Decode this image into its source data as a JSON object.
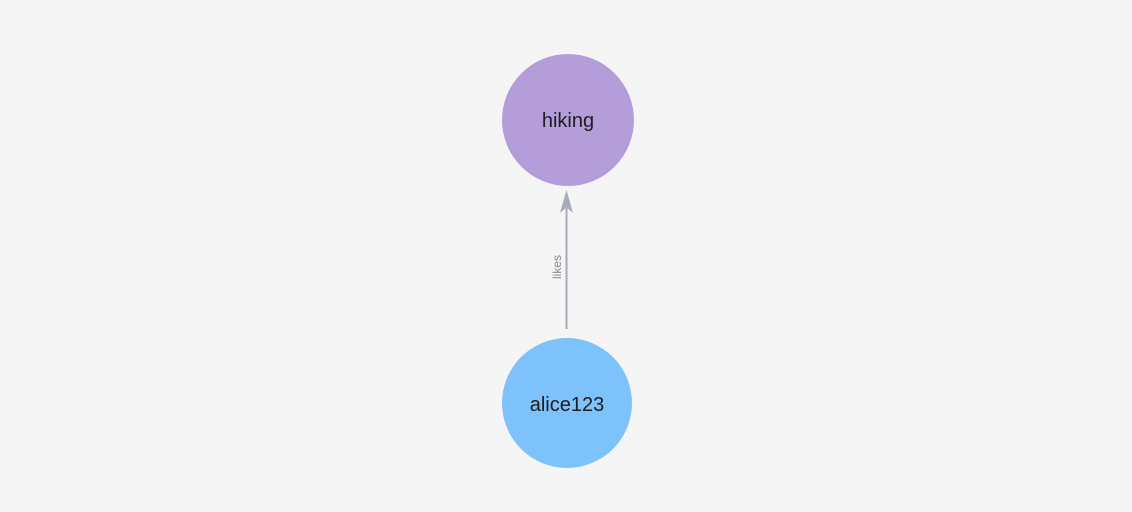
{
  "canvas": {
    "background": "#f5f5f6"
  },
  "graph": {
    "nodes": [
      {
        "label": "hiking",
        "color": "#b49dd9",
        "label_color": "#1d1d1d"
      },
      {
        "label": "alice123",
        "color": "#7dc2fb",
        "label_color": "#1d1d1d"
      }
    ],
    "edges": [
      {
        "label": "likes",
        "from": "alice123",
        "to": "hiking",
        "direction": "up",
        "color": "#a8acba",
        "label_color": "#8a8a8a"
      }
    ]
  }
}
